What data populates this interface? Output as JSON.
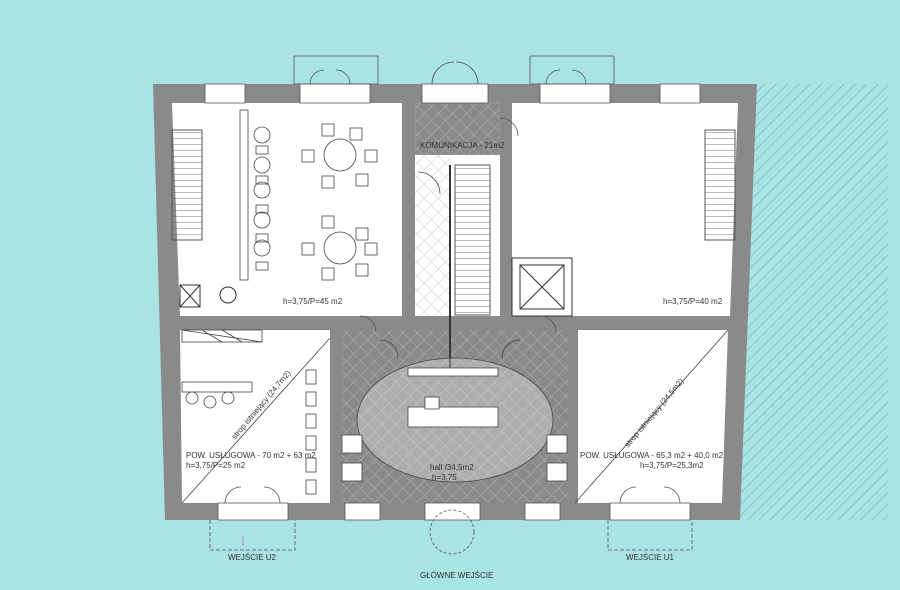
{
  "colors": {
    "background": "#a9e3e3",
    "wall": "#8a8a8a",
    "floor": "#ffffff",
    "line": "#555555"
  },
  "labels": {
    "komunikacja": "KOMUNIKACJA - 21m2",
    "room_tl": "h=3,75/P=45 m2",
    "room_tr": "h=3,75/P=40 m2",
    "strop_left": "strop istniejący (24,7m2)",
    "strop_right": "strop istniejący (24,5m2)",
    "usl_left_1": "POW. USŁUGOWA - 70 m2 + 63 m2",
    "usl_left_2": "h=3,75/P=25 m2",
    "usl_right_1": "POW. USŁUGOWA - 65,3 m2 + 40,0 m2",
    "usl_right_2": "h=3,75/P=25,3m2",
    "hall_1": "hall /34,5m2",
    "hall_2": "h=3,75",
    "wejscie_u2": "WEJŚCIE U2",
    "wejscie_u1": "WEJŚCIE U1",
    "glowne": "GŁÓWNE WEJŚCIE"
  }
}
